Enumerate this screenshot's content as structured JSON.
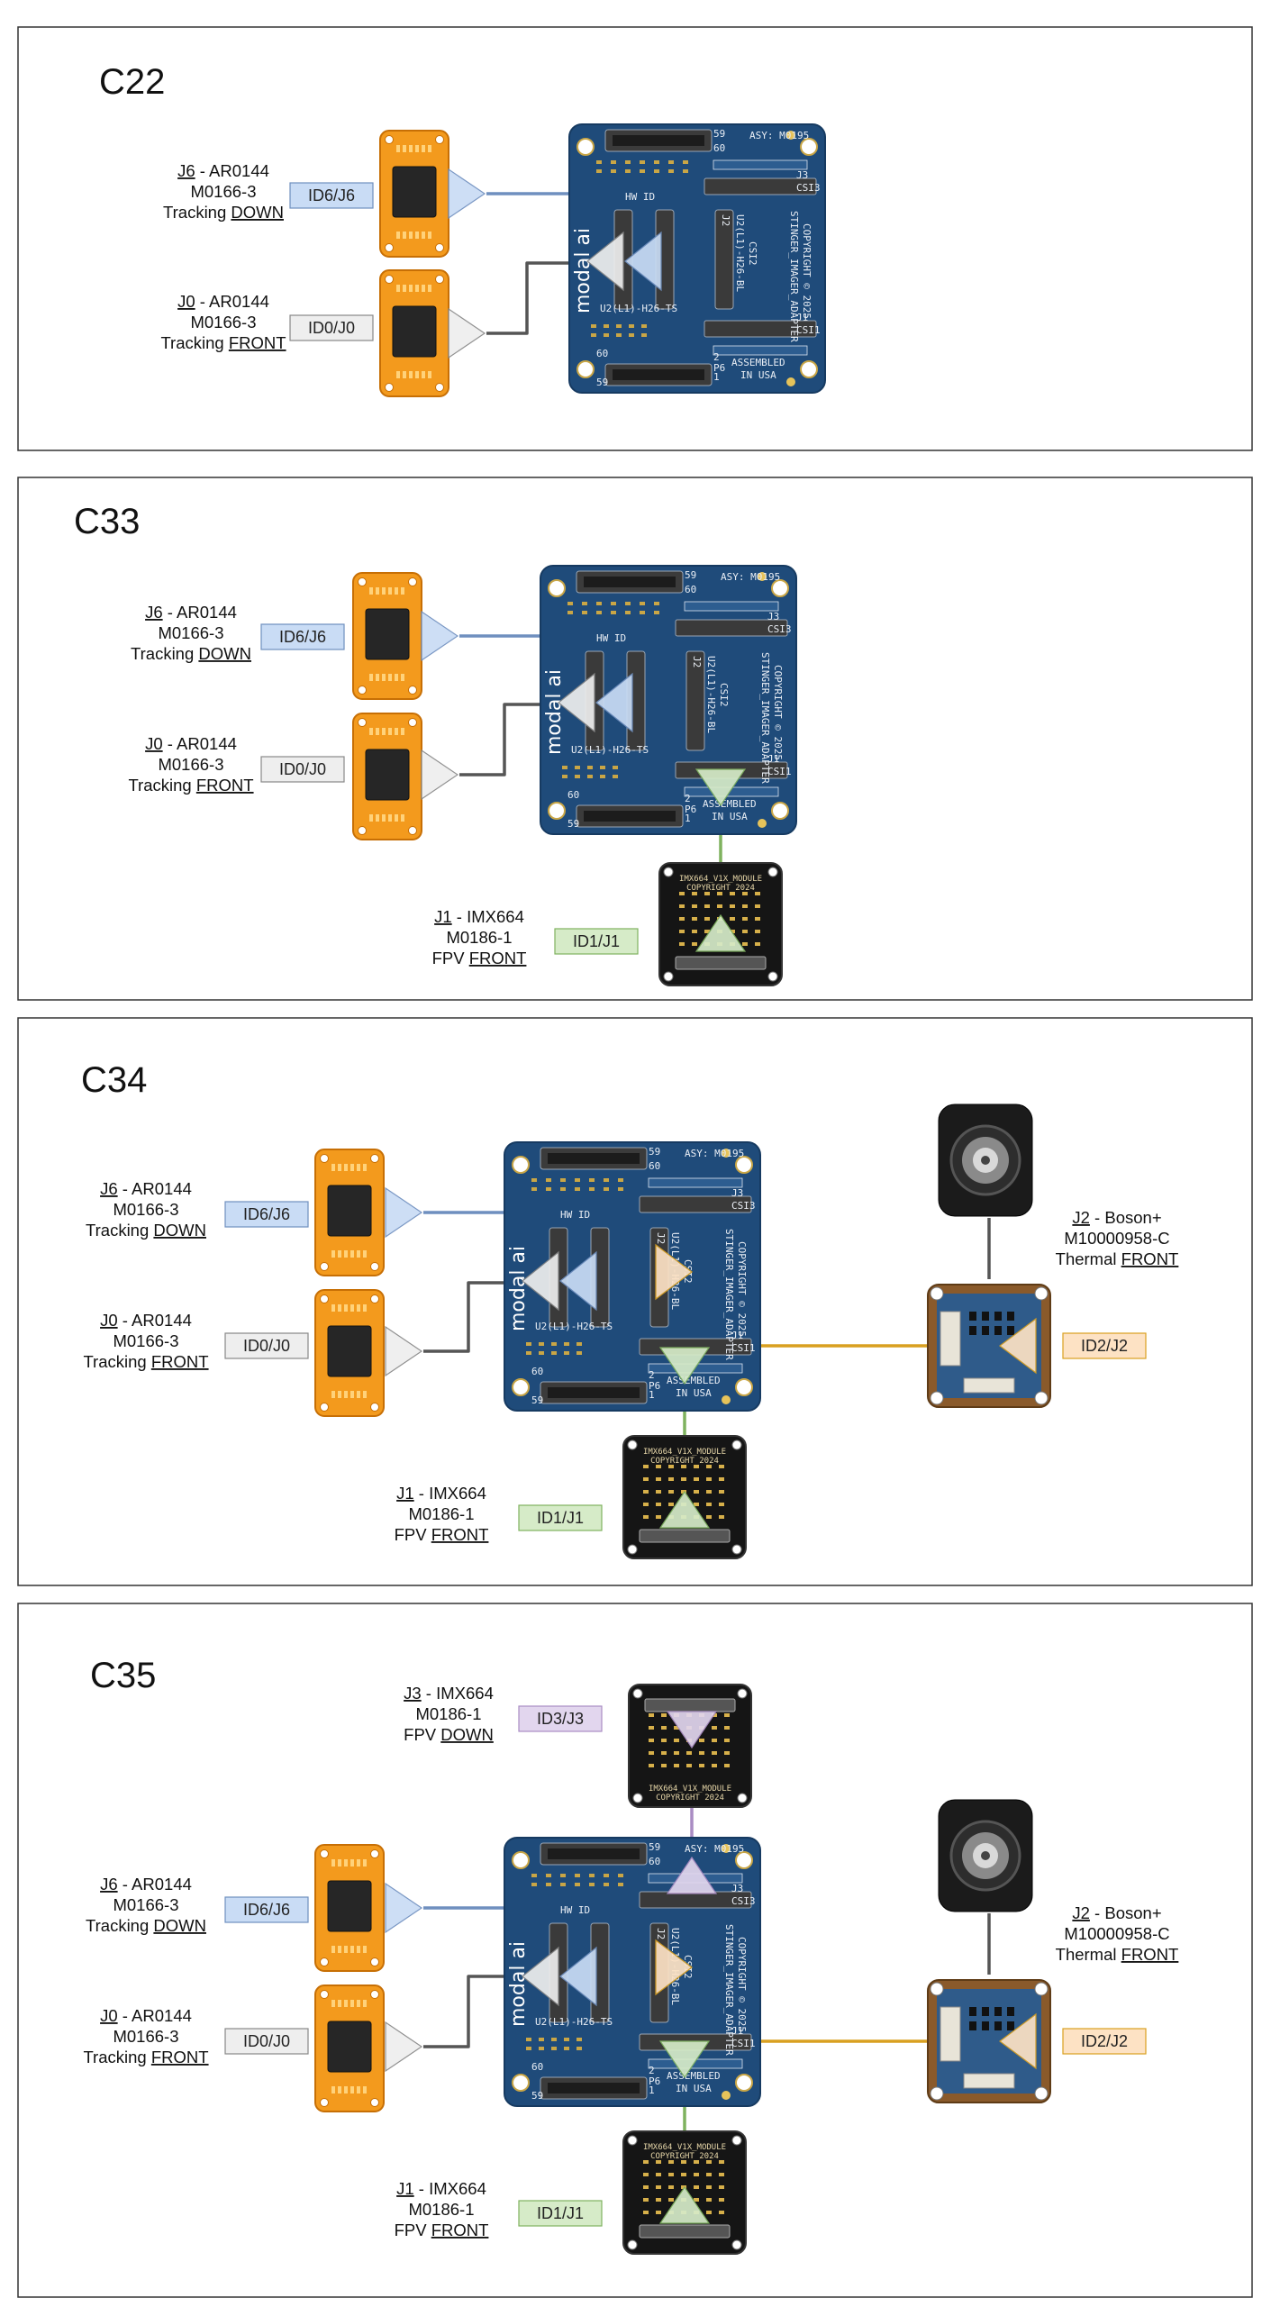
{
  "colors": {
    "blue_accent": "#6f8fbf",
    "blue_fill": "#c9dcf5",
    "gray_line": "#555555",
    "gray_fill": "#eeeeee",
    "green_line": "#7fb25f",
    "green_fill": "#d6ebc8",
    "purple_line": "#a98cc3",
    "purple_fill": "#e2d6ee",
    "orange_line": "#d9a020",
    "orange_fill": "#fde2c4",
    "board_blue": "#1f4b7a",
    "sensor_orange": "#f39a1d"
  },
  "panels": [
    {
      "title": "C22",
      "labels": [
        {
          "jack": "J6",
          "rest": " - AR0144",
          "line2": "M0166-3",
          "line3_plain": "Tracking ",
          "line3_u": "DOWN",
          "badge": "ID6/J6"
        },
        {
          "jack": "J0",
          "rest": " - AR0144",
          "line2": "M0166-3",
          "line3_plain": "Tracking ",
          "line3_u": "FRONT",
          "badge": "ID0/J0"
        }
      ]
    },
    {
      "title": "C33",
      "labels": [
        {
          "jack": "J6",
          "rest": " - AR0144",
          "line2": "M0166-3",
          "line3_plain": "Tracking ",
          "line3_u": "DOWN",
          "badge": "ID6/J6"
        },
        {
          "jack": "J0",
          "rest": " - AR0144",
          "line2": "M0166-3",
          "line3_plain": "Tracking ",
          "line3_u": "FRONT",
          "badge": "ID0/J0"
        },
        {
          "jack": "J1",
          "rest": " - IMX664",
          "line2": "M0186-1",
          "line3_plain": "FPV ",
          "line3_u": "FRONT",
          "badge": "ID1/J1"
        }
      ]
    },
    {
      "title": "C34",
      "labels": [
        {
          "jack": "J6",
          "rest": " - AR0144",
          "line2": "M0166-3",
          "line3_plain": "Tracking ",
          "line3_u": "DOWN",
          "badge": "ID6/J6"
        },
        {
          "jack": "J0",
          "rest": " - AR0144",
          "line2": "M0166-3",
          "line3_plain": "Tracking ",
          "line3_u": "FRONT",
          "badge": "ID0/J0"
        },
        {
          "jack": "J1",
          "rest": " - IMX664",
          "line2": "M0186-1",
          "line3_plain": "FPV ",
          "line3_u": "FRONT",
          "badge": "ID1/J1"
        },
        {
          "jack": "J2",
          "rest": " - Boson+",
          "line2": "M10000958-C",
          "line3_plain": "Thermal ",
          "line3_u": "FRONT",
          "badge": "ID2/J2"
        }
      ]
    },
    {
      "title": "C35",
      "labels": [
        {
          "jack": "J3",
          "rest": " - IMX664",
          "line2": "M0186-1",
          "line3_plain": "FPV ",
          "line3_u": "DOWN",
          "badge": "ID3/J3"
        },
        {
          "jack": "J6",
          "rest": " - AR0144",
          "line2": "M0166-3",
          "line3_plain": "Tracking ",
          "line3_u": "DOWN",
          "badge": "ID6/J6"
        },
        {
          "jack": "J0",
          "rest": " - AR0144",
          "line2": "M0166-3",
          "line3_plain": "Tracking ",
          "line3_u": "FRONT",
          "badge": "ID0/J0"
        },
        {
          "jack": "J1",
          "rest": " - IMX664",
          "line2": "M0186-1",
          "line3_plain": "FPV ",
          "line3_u": "FRONT",
          "badge": "ID1/J1"
        },
        {
          "jack": "J2",
          "rest": " - Boson+",
          "line2": "M10000958-C",
          "line3_plain": "Thermal ",
          "line3_u": "FRONT",
          "badge": "ID2/J2"
        }
      ]
    }
  ],
  "board_text": {
    "asy": "ASY: M0195",
    "assembled": "ASSEMBLED",
    "in_usa": "IN USA",
    "adapter": "STINGER_IMAGER_ADAPTER",
    "copyright": "COPYRIGHT © 2025",
    "u2_ts": "U2(L1)-H26-TS",
    "u2_bl": "U2(L1)-H26-BL",
    "hw_id": "HW ID",
    "csi3": "CSI3",
    "csi2": "CSI2",
    "csi1": "CSI1",
    "j3": "J3",
    "j2": "J2",
    "j1": "J1",
    "p6": "P6",
    "pin59": "59",
    "pin60": "60",
    "pin1": "1",
    "pin2": "2",
    "logo": "modal ai"
  },
  "module_text": {
    "imx_name": "IMX664_V1X_MODULE",
    "imx_copy": "COPYRIGHT 2024"
  }
}
